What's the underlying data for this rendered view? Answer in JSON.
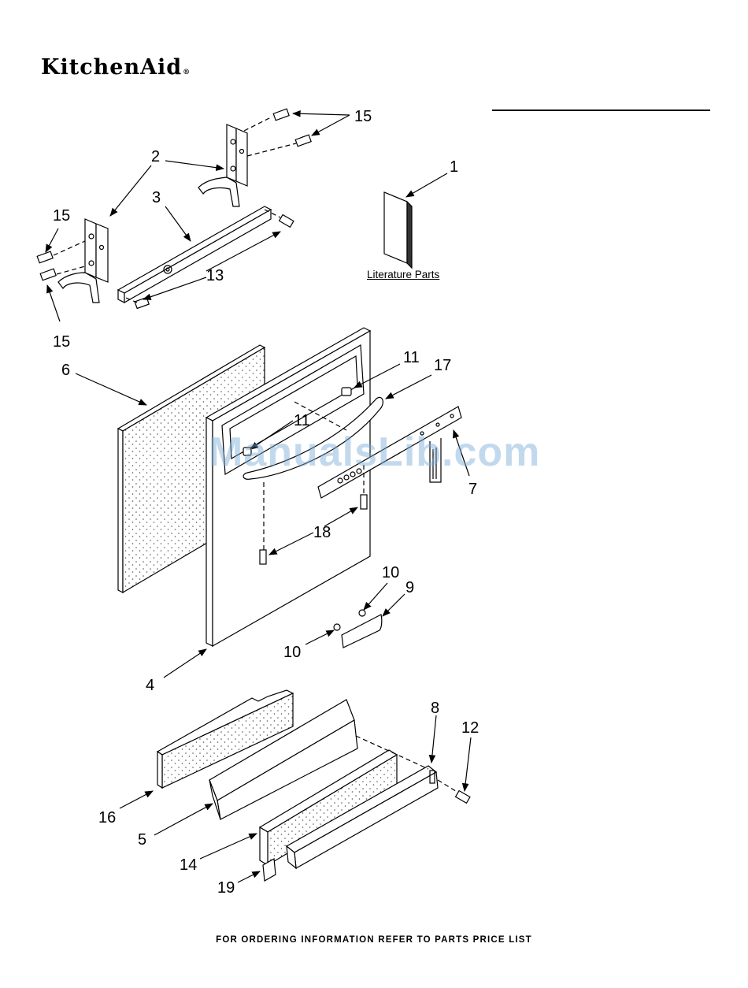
{
  "header": {
    "brand": "KitchenAid",
    "brand_mark": "®"
  },
  "literature_label": "Literature Parts",
  "watermark": "ManualsLib.com",
  "footer": "FOR ORDERING INFORMATION REFER TO PARTS PRICE LIST",
  "callouts": [
    {
      "id": "15a",
      "text": "15"
    },
    {
      "id": "2",
      "text": "2"
    },
    {
      "id": "1",
      "text": "1"
    },
    {
      "id": "15b",
      "text": "15"
    },
    {
      "id": "3",
      "text": "3"
    },
    {
      "id": "13",
      "text": "13"
    },
    {
      "id": "15c",
      "text": "15"
    },
    {
      "id": "6",
      "text": "6"
    },
    {
      "id": "11a",
      "text": "11"
    },
    {
      "id": "17",
      "text": "17"
    },
    {
      "id": "11b",
      "text": "11"
    },
    {
      "id": "7",
      "text": "7"
    },
    {
      "id": "18",
      "text": "18"
    },
    {
      "id": "10a",
      "text": "10"
    },
    {
      "id": "9",
      "text": "9"
    },
    {
      "id": "10b",
      "text": "10"
    },
    {
      "id": "4",
      "text": "4"
    },
    {
      "id": "8",
      "text": "8"
    },
    {
      "id": "12",
      "text": "12"
    },
    {
      "id": "16",
      "text": "16"
    },
    {
      "id": "5",
      "text": "5"
    },
    {
      "id": "14",
      "text": "14"
    },
    {
      "id": "19",
      "text": "19"
    }
  ]
}
